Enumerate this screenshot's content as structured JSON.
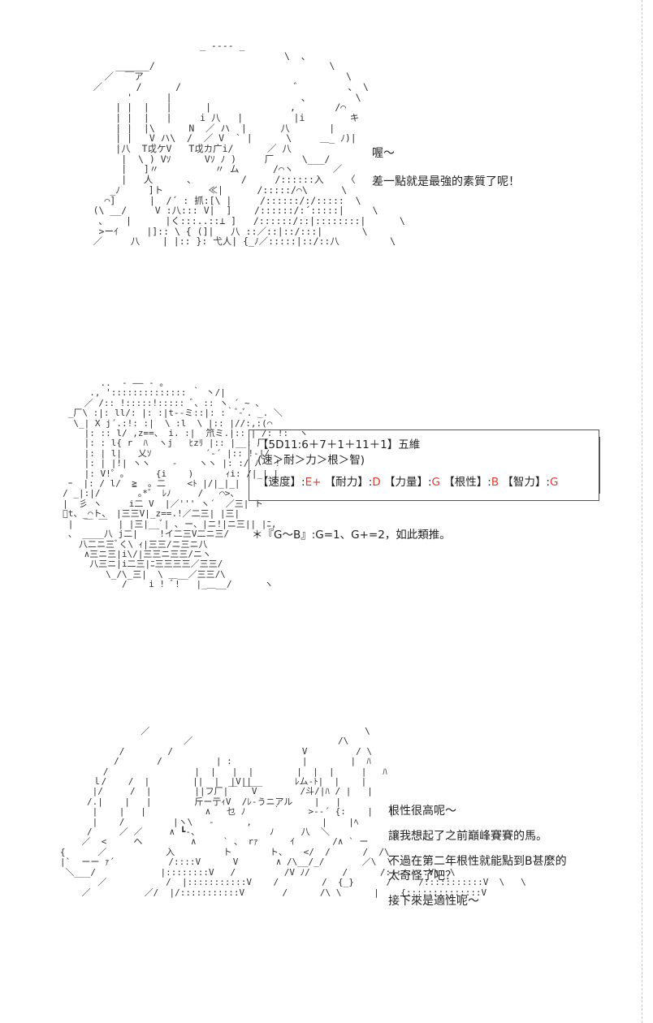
{
  "panel1": {
    "art": "                        _ ---- _\n                                       \\  、\n         ______/                               \\\n       ／  ￣ア                                    \\\n     ／      /      /                    ゛        、 \\\n           '      |                       、        \\\n         | |  |   |      |              ,       /⌒\n         | |  |   |     i 八   |         |i        キ\n         | |  |\\      N  ／ ハ  |      八       |\n         | |   V ハ\\  /  ／ V  ` |      \\     ＿_ ﾉ)|\n         |八  T戉ケV   T戉カ广i/      ／ 八\n          |  \\ ) Vｿ      Vｿ ﾉ )     厂     \\___/\n          |   ]〃          〃 ム      /⌒ヽ       ／\n          |   人      、        /     /::::::入    〈\n        _ﾉ     ]ト        ≪|      /:::::/⌒\\      \\\n       ⌒]      |  /´ : 抓:[\\ |     /::::::/:/:::::  \\\n     (\\ __/     V :八::: V|  ]    /::::::/:´:::::|     \\\n      ､    |      |く:::..::⊥ ]   /::::::/::|::::::::|      \\\n      >ーｲ     |]:: \\ { (]|   八 ::／::|::/:::|       \\\n     ／     八    | |:: }: 弋人| {_ﾉ／:::::|::/::八         \\"
  },
  "panel1_dialogue": {
    "line1": "喔～",
    "line2": "差一點就是最強的素質了呢！"
  },
  "panel2": {
    "art": "            ..  - ―― - 。\n          ., ':::::::::::::: ｀ 丶/|\n         ／ /:: !:::::!::::: ﾞ、:: ヽ ´ ~ 、\n      _厂\\ :|: ll/: |: :|t--ミ::|: :｀ﾞ-ﾞ. _. ＼\n       \\_| X j´.:!: :|  \\ :l  \\ |:: |//:,:(⌒\n         |: :: l/ ,z==、 i. :|  笊ミ.|:: | /: !:  ヽ\n         |: : l{ r  ﾊ  ヽj   ﾋzﾘ |:: |__: 厂\n         |: | l|   乂ｿ          ´‐´ |:: !‐|/\n         |: | |!| ヽヽ    ‐    ヽヽ |: :/ ﾉ   !\n         |: V!゜。     {i    )      ｨi: /|_|_|\n      ｰ  |: / l/  ≧  。二    <ﾄ |/|_|_|\n     / _|:|/       ｡*゛ ﾚﾉ     /   ⌒>、\n     |  彡 ヽ     i二 V  |／''' ヽ´  ／三| ト\n     ﾞt、_⌒ト、 |三三V|_z==.!／二三| |三|\n      |  ￣ ￣  | |三|__ﾞ| ､ ー、|ニ!|ニ三|| |ﾆ,\n      、 ____八 j二|    !イ二三V二ニ三/\n        八二ニ三ﾞく\\ ｨ|三三/ニ三ニ八\n         ∧三ニ三|i\\/|三三ニ三三/ニヽ\n          八三ニ|i二三|ﾆ三三三三／三三/\n             \\_/\\_三|  \\ ＿__／三三/\\\n                /    i ! ﾞ!   |_＿__/      ヽ"
  },
  "stat_box": {
    "title": "【5D11:6＋7＋1＋11＋1】五維",
    "order": "(速＞耐＞力＞根＞智)",
    "stats": [
      {
        "label": "【速度】:",
        "grade": "E+"
      },
      {
        "label": "【耐力】:",
        "grade": "D"
      },
      {
        "label": "【力量】:",
        "grade": "G"
      },
      {
        "label": "【根性】:",
        "grade": "B"
      },
      {
        "label": "【智力】:",
        "grade": "G"
      }
    ],
    "grade_color": "#e8382c"
  },
  "note": "＊『G～B』:G=1、G+=2，如此類推。",
  "panel3": {
    "art": "                  ／                                        \\\n                          ／                           /\\\n              /        /                        V         / \\\n             /       /          | :             |        |  ﾊ\n           /                |  |   |  |        |  |  |     |   ﾊ\n         ｌ/    /  |        ||  |  |V||__      ﾚム-ﾄ|  |    |\n         |/     /  |        ||フ厂|￣ ￣V        /斗/|ﾊ / |   |\n        /.|    |   |        斤ー亍ｨV  /ﾚ-うニアル    |   |\n         |    |   |           ∧   乜 ﾉ     ｀     >-‐´ {:    |   |\n         |    /         |ヽ\\   ‐      ,             |    |ﾍ\n        /     ／ ／     ∧ ┗-、             ﾉ     八  ＼\n       ／  <     ヘ         ∧     ` 、 rｧ      ｲ       /∧ ` ー\n   {      ／           入         ト       ト、   </  /      /  /\\\n   |`  ーー ｧ´          /::::V      V       ∧ /\\__/_/       ／\\  \\\n    ＼___/            |::::::::V   /         /V ﾉ/      /      /::::::::V\\  \\\n          ／           /  |:::::::::::V    /        /  {_}      /     /:::::::::::V  \\   \\\n       ／          ／/  |/:::::::::::V       /      /\\ \\      |    {::::::::::::::V"
  },
  "panel3_dialogue": {
    "line1": "根性很高呢～",
    "line2": "讓我想起了之前巔峰賽賽的馬。",
    "line3": "不過在第二年根性就能點到B甚麼的",
    "line4": "太奇怪了吧？",
    "line5": "接下來是適性呢～"
  }
}
